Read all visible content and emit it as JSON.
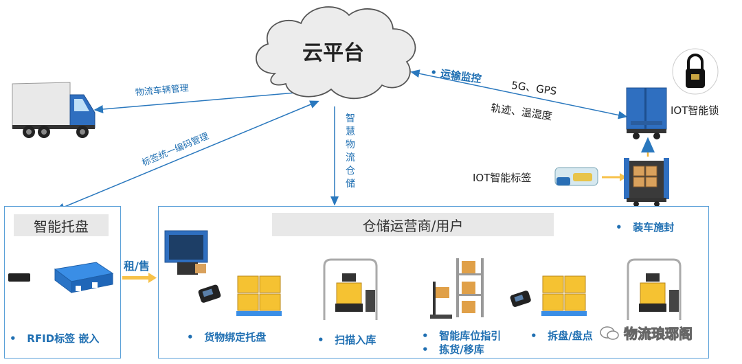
{
  "cloud": {
    "label": "云平台"
  },
  "labels": {
    "vehicle_mgmt": "物流车辆管理",
    "label_coding": "标签统一编码管理",
    "smart_warehouse": "智慧物流仓储",
    "transport_monitor": "运输监控",
    "gps": "5G、GPS",
    "track": "轨迹、温湿度",
    "iot_lock": "IOT智能锁",
    "iot_tag": "IOT智能标签",
    "rent_sell": "租/售"
  },
  "left_panel": {
    "title": "智能托盘",
    "step": "RFID标签 嵌入"
  },
  "main_panel": {
    "title": "仓储运营商/用户",
    "steps": [
      "货物绑定托盘",
      "扫描入库",
      "智能库位指引",
      "拣货/移库",
      "拆盘/盘点",
      "装车施封"
    ]
  },
  "watermark": "物流琅琊阁",
  "colors": {
    "accent": "#1f6fb2",
    "pallet": "#3a8ee6",
    "box": "#f5c232",
    "arrow": "#f7c24a"
  }
}
